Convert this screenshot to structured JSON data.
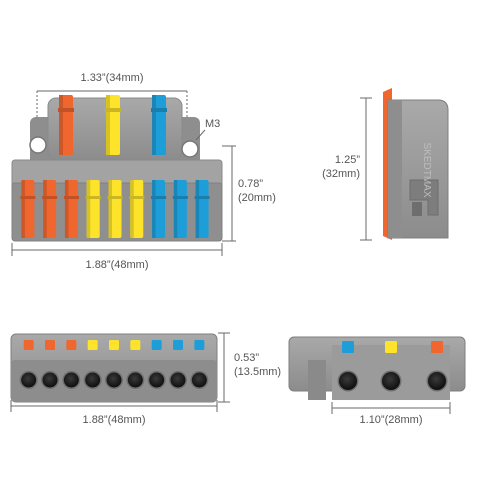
{
  "dimensions": {
    "top_width": "1.33”(34mm)",
    "mount_hole": "M3",
    "front_height_line1": "0.78”",
    "front_height_line2": "(20mm)",
    "front_length": "1.88”(48mm)",
    "side_height_line1": "1.25”",
    "side_height_line2": "(32mm)",
    "bottom_height_line1": "0.53”",
    "bottom_height_line2": "(13.5mm)",
    "bottom_length": "1.88”(48mm)",
    "end_width": "1.10”(28mm)"
  },
  "watermark": "SKEDTMAX",
  "colors": {
    "housing": "#9a9a9a",
    "housing_dark": "#7e7e7e",
    "housing_light": "#b3b3b3",
    "orange": "#f0662f",
    "yellow": "#fde42a",
    "blue": "#1e9ed8",
    "hole": "#141414",
    "dim_line": "#6a6a6a"
  },
  "front_view": {
    "input_levers": [
      "orange",
      "yellow",
      "blue"
    ],
    "output_levers": [
      "orange",
      "orange",
      "orange",
      "yellow",
      "yellow",
      "yellow",
      "blue",
      "blue",
      "blue"
    ]
  },
  "bottom_view": {
    "levers": [
      "orange",
      "orange",
      "orange",
      "yellow",
      "yellow",
      "yellow",
      "blue",
      "blue",
      "blue"
    ],
    "holes": 9
  },
  "end_view": {
    "levers": [
      "blue",
      "yellow",
      "orange"
    ],
    "holes": 3
  }
}
